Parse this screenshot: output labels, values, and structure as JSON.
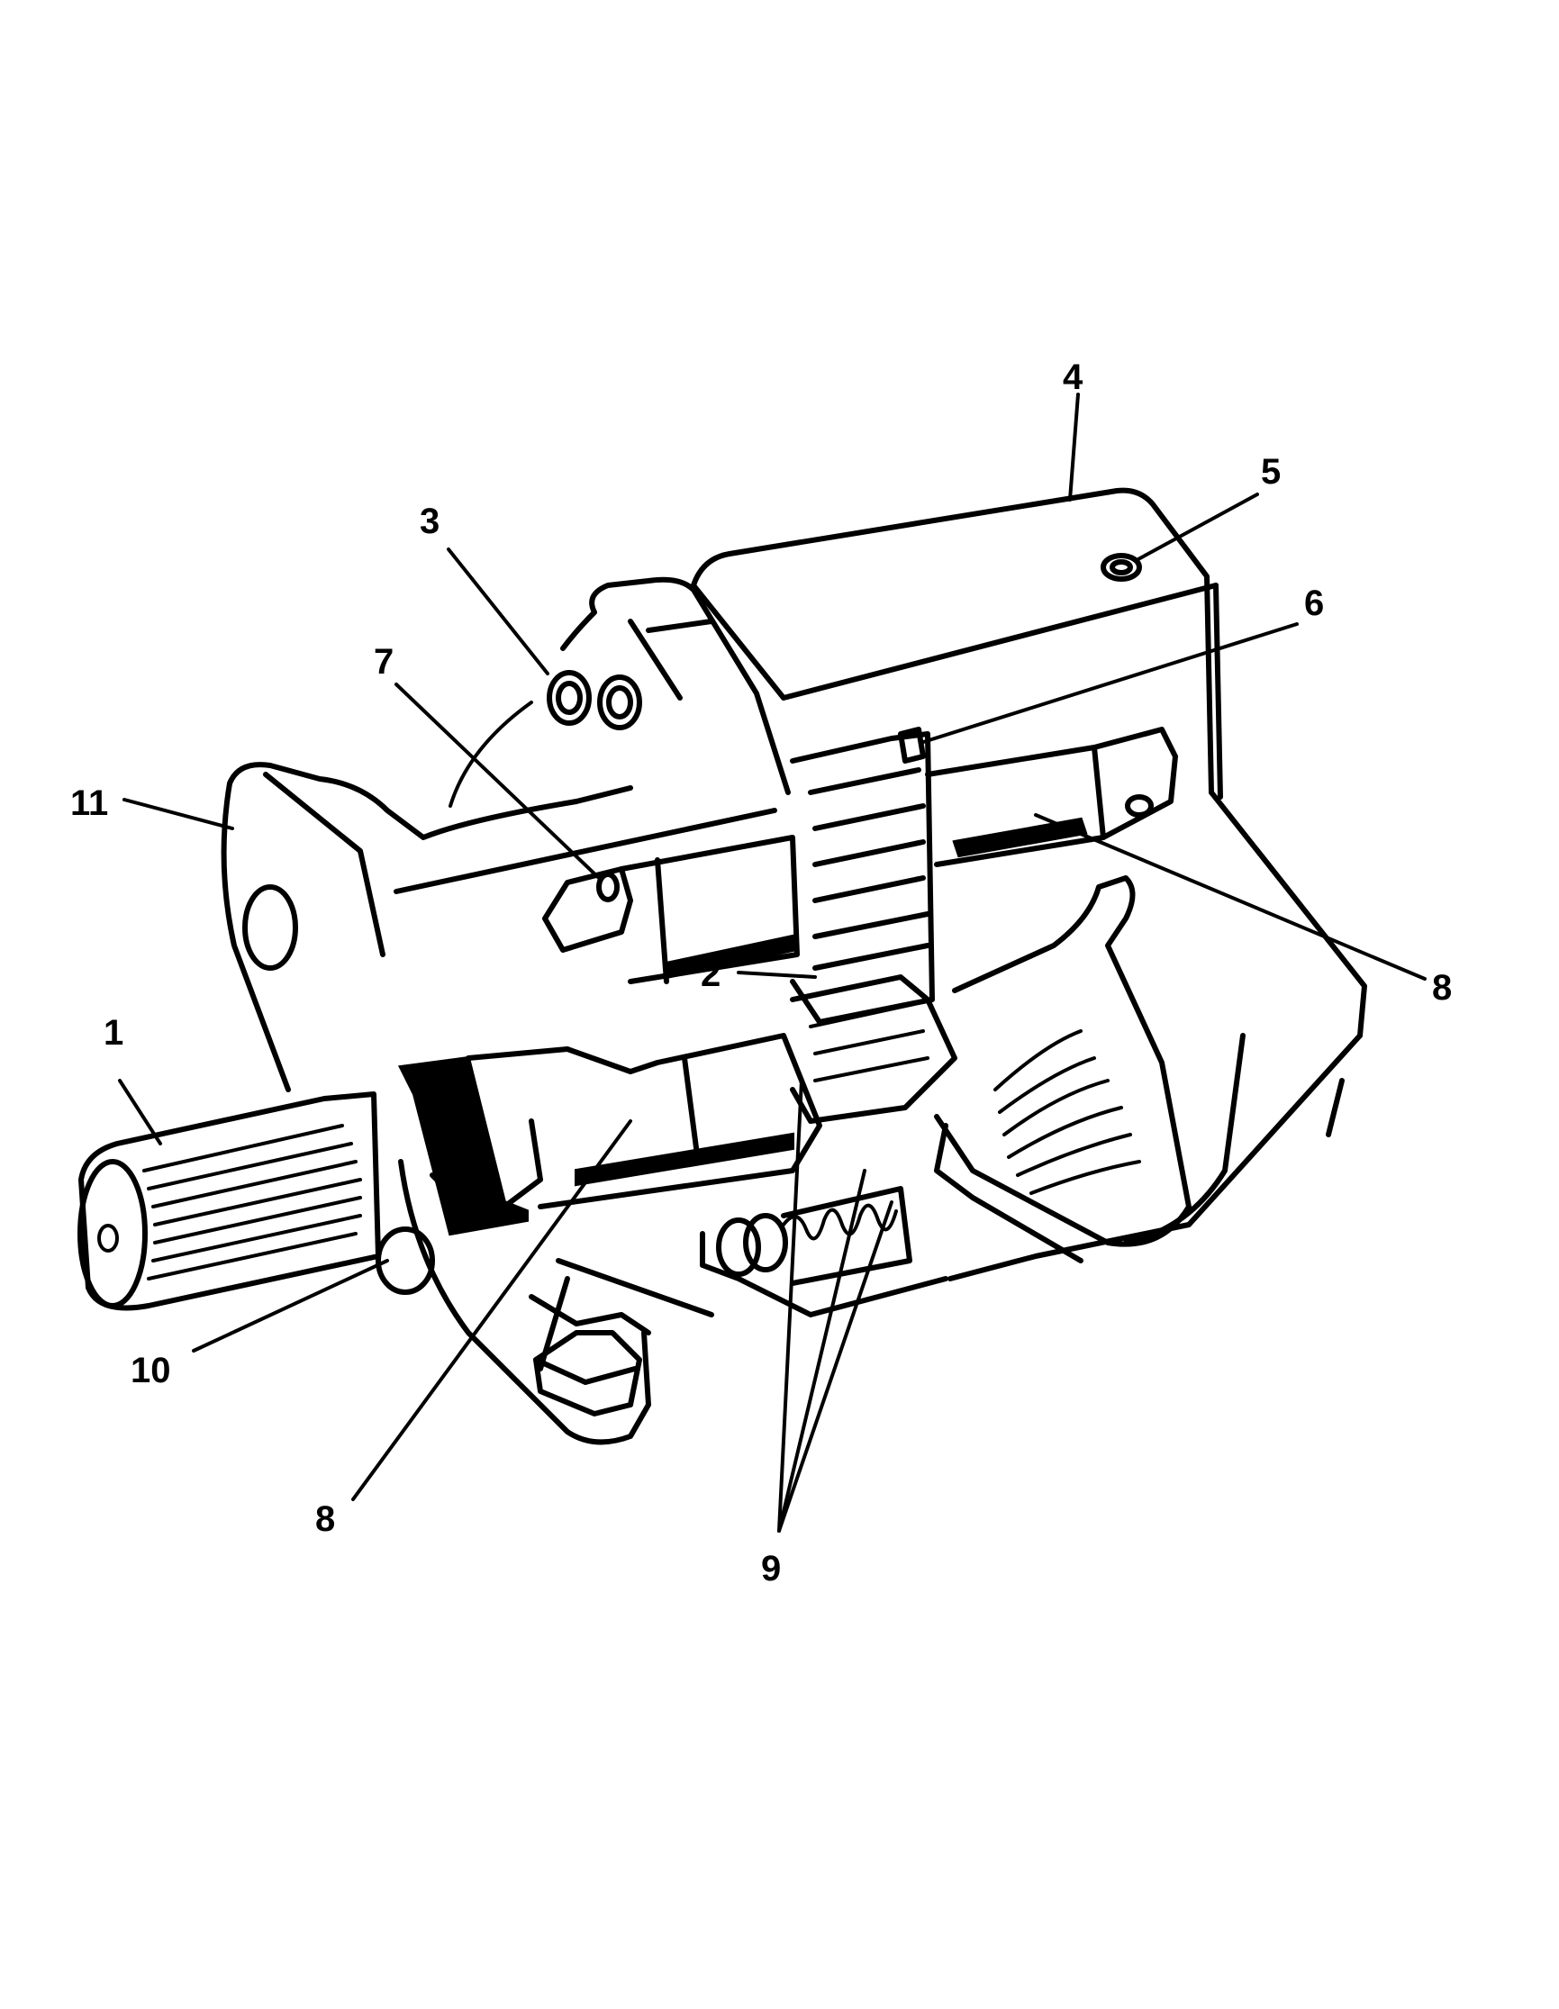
{
  "callouts": [
    {
      "id": "1",
      "text": "1"
    },
    {
      "id": "2",
      "text": "2"
    },
    {
      "id": "3",
      "text": "3"
    },
    {
      "id": "4",
      "text": "4"
    },
    {
      "id": "5",
      "text": "5"
    },
    {
      "id": "6",
      "text": "6"
    },
    {
      "id": "7",
      "text": "7"
    },
    {
      "id": "8a",
      "text": "8"
    },
    {
      "id": "8b",
      "text": "8"
    },
    {
      "id": "9",
      "text": "9"
    },
    {
      "id": "10",
      "text": "10"
    },
    {
      "id": "11",
      "text": "11"
    }
  ],
  "colors": {
    "ink": "#000000",
    "background": "#ffffff"
  }
}
